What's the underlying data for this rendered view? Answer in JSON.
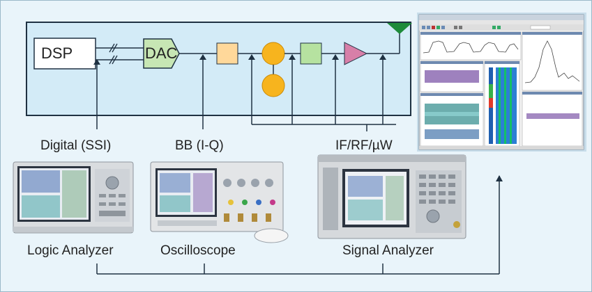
{
  "blocks": {
    "dsp": "DSP",
    "dac": "DAC"
  },
  "probe_points": {
    "digital": "Digital (SSI)",
    "baseband": "BB (I-Q)",
    "rf": "IF/RF/µW"
  },
  "instruments": {
    "logic_analyzer": "Logic Analyzer",
    "oscilloscope": "Oscilloscope",
    "signal_analyzer": "Signal Analyzer"
  },
  "colors": {
    "background": "#e9f4fa",
    "block_diagram_fill": "#d3ebf7",
    "dac_fill": "#c7e6b4",
    "filter_fill": "#ffd89a",
    "mixer_fill": "#f7b41e",
    "amp_filter_fill": "#b6e2a0",
    "amplifier_fill": "#d77fa8",
    "antenna": "#1e8b3a"
  }
}
